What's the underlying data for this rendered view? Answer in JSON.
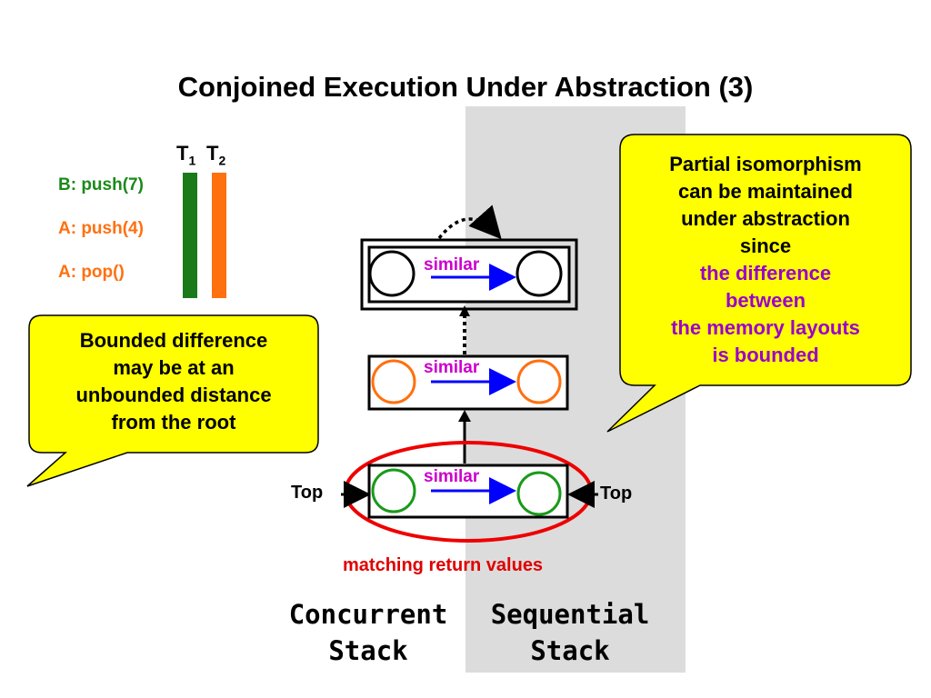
{
  "title": "Conjoined Execution Under Abstraction (3)",
  "threads": {
    "t1": {
      "base": "T",
      "sub": "1",
      "color": "#1a7a1a"
    },
    "t2": {
      "base": "T",
      "sub": "2",
      "color": "#ff7010"
    }
  },
  "operations": [
    {
      "label": "B: push(7)",
      "color": "#1a8a1a"
    },
    {
      "label": "A: push(4)",
      "color": "#ff7010"
    },
    {
      "label": "A: pop()",
      "color": "#ff7010"
    }
  ],
  "callout_left": {
    "lines": [
      "Bounded difference",
      "may be at an",
      "unbounded distance",
      "from the root"
    ]
  },
  "callout_right": {
    "lines": [
      "Partial isomorphism",
      "can be maintained",
      "under abstraction",
      "since"
    ],
    "highlight_lines": [
      "the difference",
      "between",
      "the memory layouts",
      "is bounded"
    ],
    "highlight_color": "#9900cc"
  },
  "nodes": [
    {
      "similar_label": "similar",
      "circle_color": "#000000"
    },
    {
      "similar_label": "similar",
      "circle_color": "#ff7010"
    },
    {
      "similar_label": "similar",
      "circle_color": "#1a9a1a"
    }
  ],
  "top_label_left": "Top",
  "top_label_right": "Top",
  "matching_label": "matching return values",
  "stacks": {
    "concurrent": [
      "Concurrent",
      "Stack"
    ],
    "sequential": [
      "Sequential",
      "Stack"
    ]
  },
  "colors": {
    "callout_fill": "#ffff00",
    "sequential_region": "#dcdcdc",
    "arrow": "#0000ff",
    "ellipse": "#ee0000"
  }
}
